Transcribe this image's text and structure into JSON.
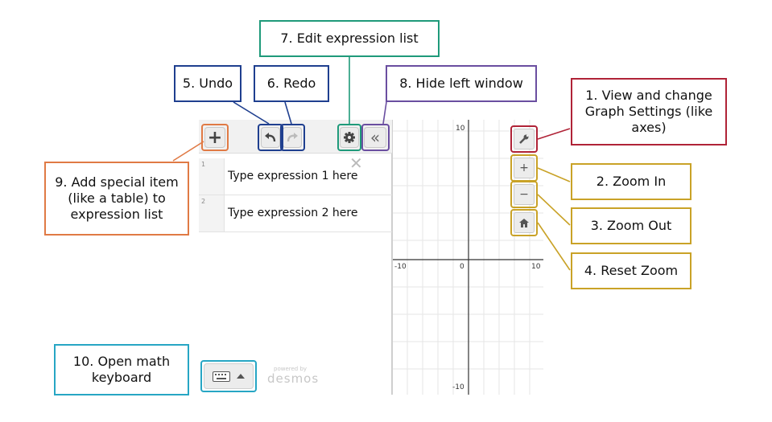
{
  "panel": {
    "rows": [
      {
        "num": "1",
        "placeholder": "Type expression 1 here"
      },
      {
        "num": "2",
        "placeholder": "Type expression 2 here"
      }
    ],
    "close_glyph": "✕",
    "powered_by": "powered by",
    "brand": "desmos"
  },
  "toolbar": {
    "add_icon": "plus-icon",
    "undo_icon": "undo-icon",
    "redo_icon": "redo-icon",
    "settings_icon": "gear-icon",
    "hide_icon": "double-chevron-left-icon",
    "add_glyph": "+",
    "hide_glyph": "«"
  },
  "graph": {
    "x_ticks": [
      "-10",
      "0",
      "10"
    ],
    "y_top": "10",
    "y_bottom": "-10",
    "zoom_in_glyph": "+",
    "zoom_out_glyph": "−",
    "wrench_icon": "wrench-icon",
    "home_icon": "home-icon"
  },
  "annotations": {
    "a1": "1. View and change Graph Settings (like axes)",
    "a2": "2. Zoom In",
    "a3": "3. Zoom Out",
    "a4": "4. Reset Zoom",
    "a5": "5. Undo",
    "a6": "6. Redo",
    "a7": "7. Edit expression list",
    "a8": "8. Hide left window",
    "a9": "9. Add special item (like a table) to expression list",
    "a10": "10. Open math keyboard"
  },
  "colors": {
    "settings": "#b02337",
    "zoom": "#c9a227",
    "undo_redo": "#1f3f8f",
    "edit": "#1f9a7a",
    "hide": "#6a4ea0",
    "add": "#e07a45",
    "keyboard": "#27a6c4"
  }
}
